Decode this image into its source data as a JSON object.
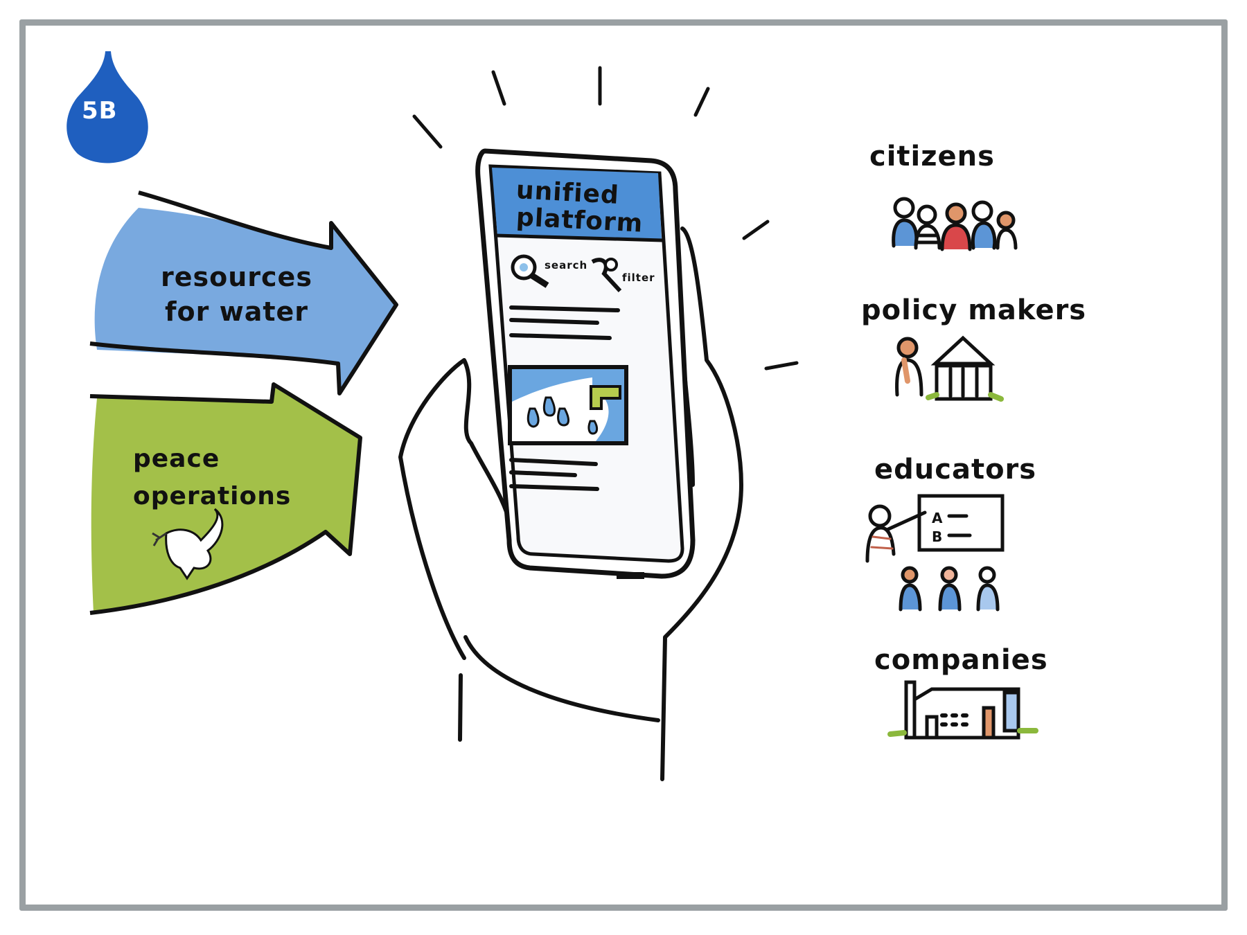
{
  "badge": {
    "text": "5B",
    "color": "#1f5fbf"
  },
  "arrows": [
    {
      "line1": "resources",
      "line2": "for water",
      "color": "#5c95d6"
    },
    {
      "line1": "peace",
      "line2": "operations",
      "color": "#9bbb3a",
      "icon": "dove-icon"
    }
  ],
  "phone": {
    "header_line1": "unified",
    "header_line2": "platform",
    "header_color": "#4d8fd6",
    "search_label": "search",
    "filter_label": "filter"
  },
  "audiences": [
    {
      "label": "citizens",
      "icon": "people-group-icon"
    },
    {
      "label": "policy makers",
      "icon": "politician-and-government-building-icon"
    },
    {
      "label": "educators",
      "icon": "teacher-and-students-icon"
    },
    {
      "label": "companies",
      "icon": "factory-building-icon"
    }
  ],
  "colors": {
    "frame": "#9aa0a3",
    "ink": "#111111",
    "blue": "#5c95d6",
    "green": "#9bbb3a",
    "skin": "#e0966a",
    "red": "#d9474a"
  }
}
